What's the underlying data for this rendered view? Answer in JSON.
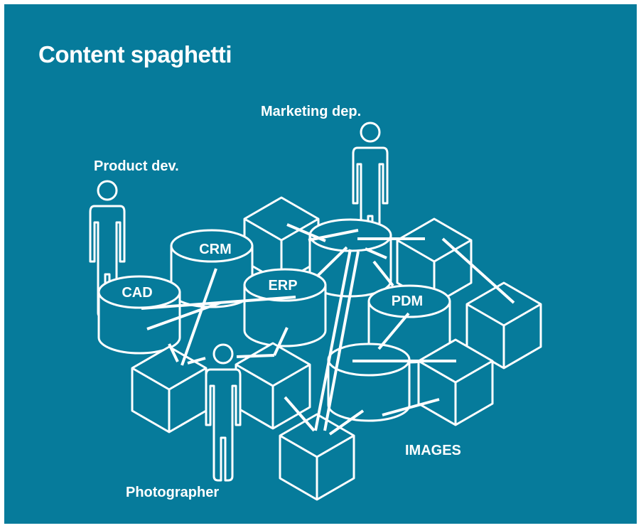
{
  "title": "Content spaghetti",
  "colors": {
    "background": "#067b9b",
    "foreground": "#ffffff"
  },
  "databases": {
    "cad": "CAD",
    "crm": "CRM",
    "erp": "ERP",
    "pdm": "PDM",
    "images": "IMAGES"
  },
  "people": {
    "product_dev": "Product dev.",
    "marketing": "Marketing dep.",
    "photographer": "Photographer"
  }
}
